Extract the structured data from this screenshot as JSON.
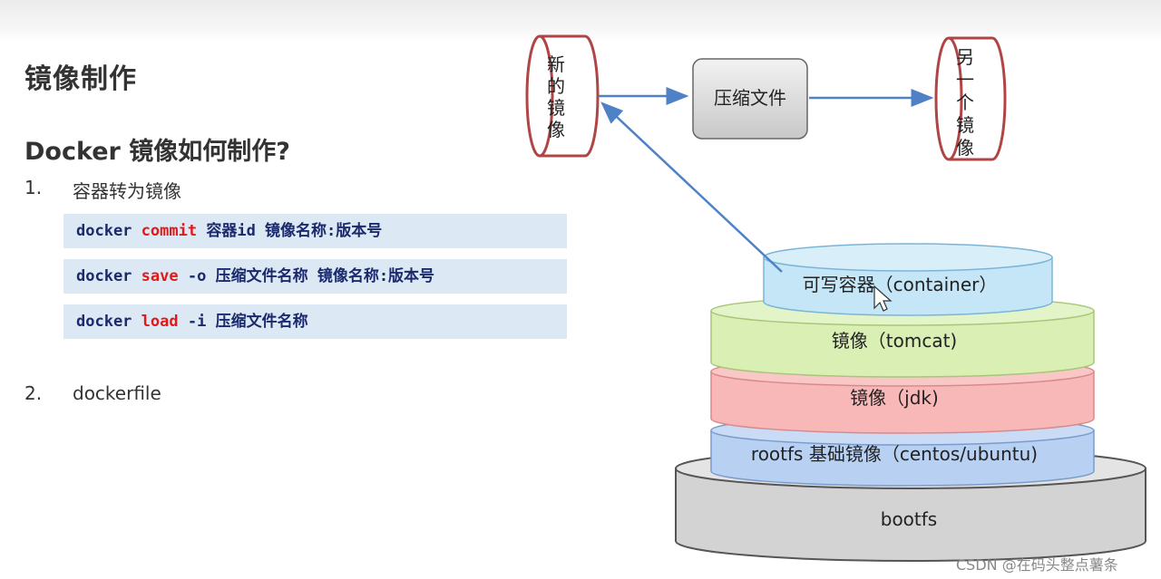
{
  "slide": {
    "title": "镜像制作",
    "subtitle": "Docker 镜像如何制作?",
    "steps": [
      {
        "num": "1.",
        "label": "容器转为镜像"
      },
      {
        "num": "2.",
        "label": "dockerfile"
      }
    ]
  },
  "commands": [
    {
      "cmd": "docker",
      "op": "commit",
      "args": "容器id 镜像名称:版本号"
    },
    {
      "cmd": "docker",
      "op": "save",
      "args": "-o 压缩文件名称 镜像名称:版本号"
    },
    {
      "cmd": "docker",
      "op": "load",
      "args": "-i 压缩文件名称"
    }
  ],
  "diagram": {
    "new_image_chars": [
      "新",
      "的",
      "镜",
      "像"
    ],
    "compress_box": "压缩文件",
    "other_image_chars": [
      "另",
      "一",
      "个",
      "镜",
      "像"
    ],
    "layers": {
      "container": "可写容器（container）",
      "tomcat": "镜像（tomcat)",
      "jdk": "镜像（jdk)",
      "rootfs": "rootfs 基础镜像（centos/ubuntu)",
      "bootfs": "bootfs"
    },
    "colors": {
      "container": "#c5e6f7",
      "tomcat": "#d9efb3",
      "jdk": "#f8b8b8",
      "rootfs": "#b8d0f2",
      "bootfs": "#d9d9d9",
      "cylinder_border": "#b04545",
      "arrow": "#4f81c7"
    }
  },
  "watermark": "CSDN @在码头整点薯条"
}
